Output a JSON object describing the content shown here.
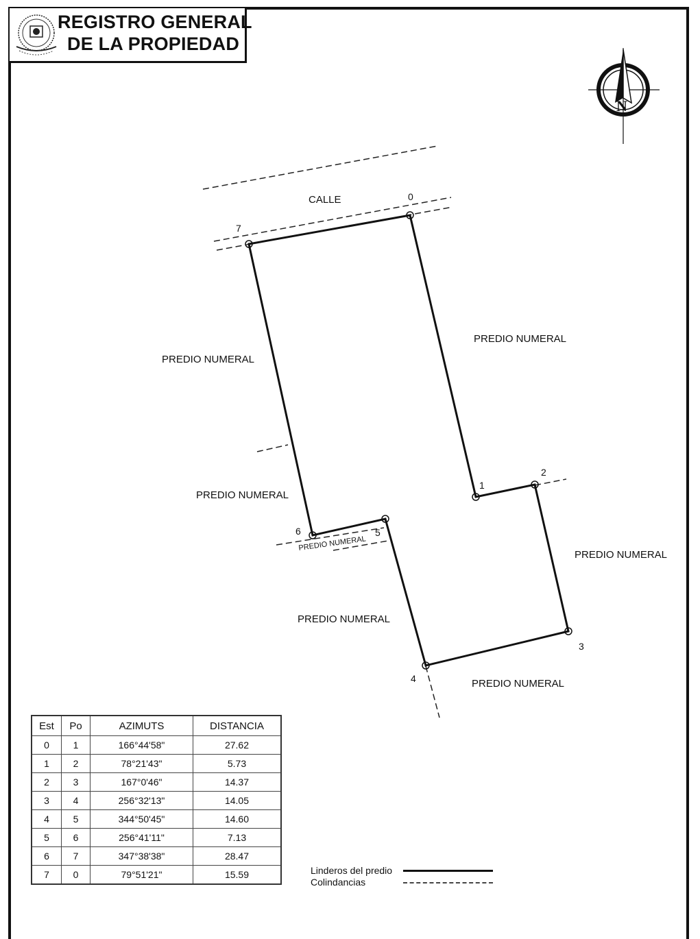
{
  "header": {
    "title_line1": "REGISTRO GENERAL",
    "title_line2": "DE LA PROPIEDAD"
  },
  "compass": {
    "north_letter": "N"
  },
  "plan_labels": {
    "street": "CALLE",
    "neighbor_right_top": "PREDIO NUMERAL",
    "neighbor_left_top": "PREDIO NUMERAL",
    "neighbor_left_mid": "PREDIO NUMERAL",
    "neighbor_small": "PREDIO NUMERAL",
    "neighbor_right_mid": "PREDIO NUMERAL",
    "neighbor_bottom_center": "PREDIO NUMERAL",
    "neighbor_bottom_right": "PREDIO NUMERAL"
  },
  "vertices": [
    "0",
    "1",
    "2",
    "3",
    "4",
    "5",
    "6",
    "7"
  ],
  "table": {
    "headers": [
      "Est",
      "Po",
      "AZIMUTS",
      "DISTANCIA"
    ],
    "rows": [
      [
        "0",
        "1",
        "166°44'58\"",
        "27.62"
      ],
      [
        "1",
        "2",
        "78°21'43\"",
        "5.73"
      ],
      [
        "2",
        "3",
        "167°0'46\"",
        "14.37"
      ],
      [
        "3",
        "4",
        "256°32'13\"",
        "14.05"
      ],
      [
        "4",
        "5",
        "344°50'45\"",
        "14.60"
      ],
      [
        "5",
        "6",
        "256°41'11\"",
        "7.13"
      ],
      [
        "6",
        "7",
        "347°38'38\"",
        "28.47"
      ],
      [
        "7",
        "0",
        "79°51'21\"",
        "15.59"
      ]
    ]
  },
  "legend": {
    "boundary": "Linderos del predio",
    "adjoining": "Colindancias"
  }
}
